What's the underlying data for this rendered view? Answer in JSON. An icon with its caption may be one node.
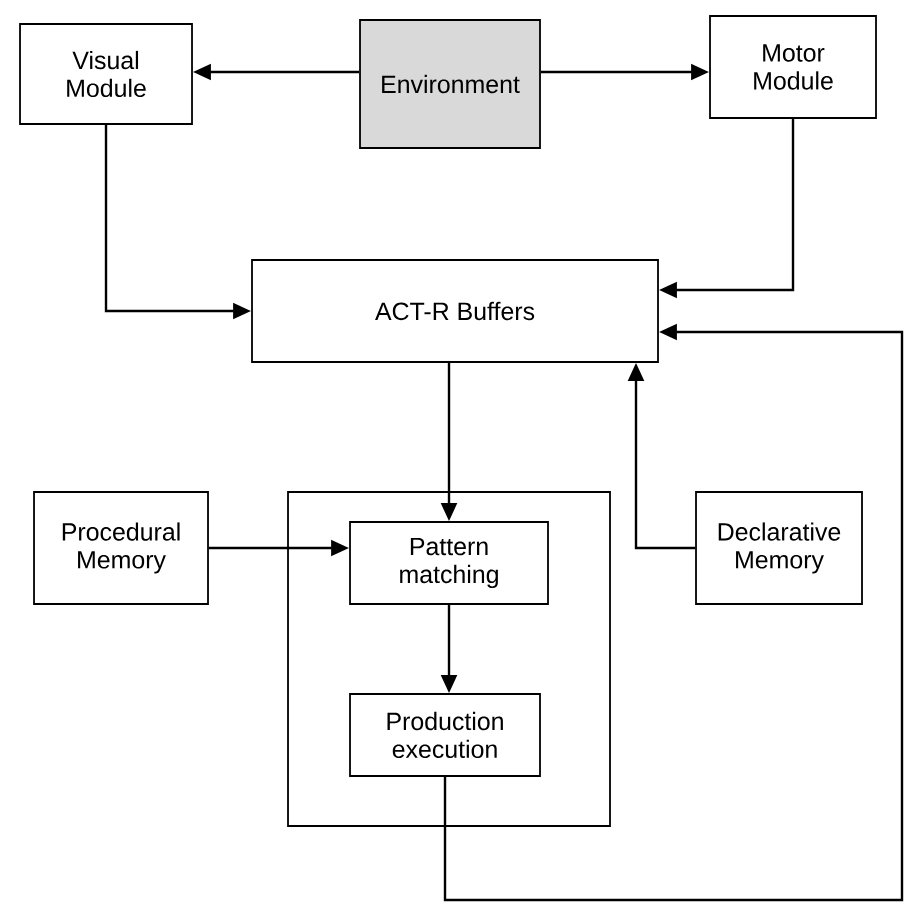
{
  "diagram": {
    "nodes": [
      {
        "text": [
          "Visual Module"
        ]
      },
      {
        "text": [
          "Environment"
        ]
      },
      {
        "text": [
          "Motor Module"
        ]
      },
      {
        "text": [
          "ACT-R Buffers"
        ]
      },
      {
        "text": [
          "Procedural Memory"
        ]
      },
      {
        "text": [],
        "shape": "box"
      },
      {
        "text": [
          "Pattern matching"
        ],
        "in": 5
      },
      {
        "text": [
          "Production execution"
        ],
        "in": 5
      },
      {
        "text": [
          "Declarative Memory"
        ]
      }
    ],
    "edges": [
      {
        "from": 1,
        "to": 0,
        "arrow": "to"
      },
      {
        "from": 1,
        "to": 2,
        "arrow": "to"
      },
      {
        "from": 0,
        "to": 3,
        "arrow": "to"
      },
      {
        "from": 2,
        "to": 3,
        "arrow": "to"
      },
      {
        "from": 3,
        "to": 6,
        "arrow": "to"
      },
      {
        "from": 4,
        "to": 6,
        "arrow": "to"
      },
      {
        "from": 6,
        "to": 7,
        "arrow": "to"
      },
      {
        "from": 8,
        "to": 3,
        "arrow": "to"
      },
      {
        "from": 7,
        "to": 3,
        "arrow": "to"
      }
    ]
  }
}
